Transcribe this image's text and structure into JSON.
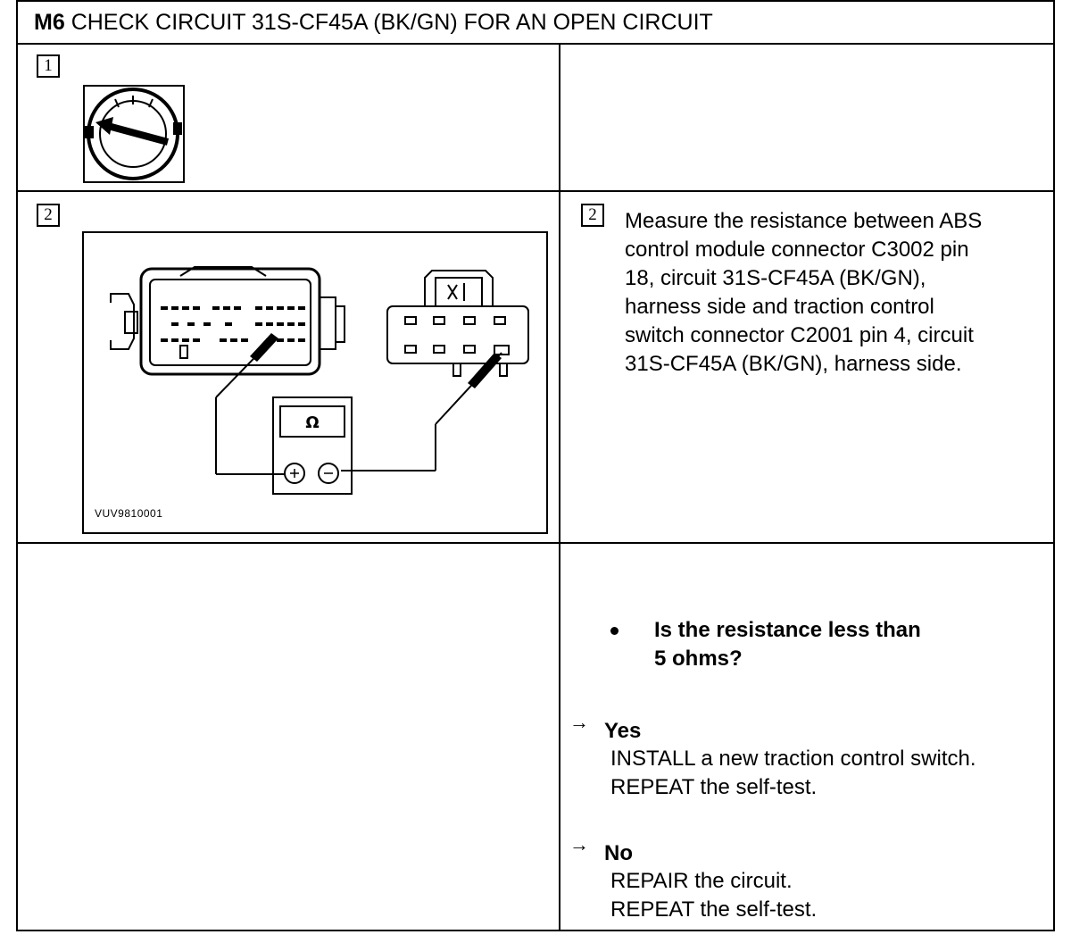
{
  "header": {
    "step_id": "M6",
    "title": "CHECK CIRCUIT 31S-CF45A (BK/GN) FOR AN OPEN CIRCUIT"
  },
  "steps": [
    {
      "number": "1"
    },
    {
      "number": "2",
      "figure_code": "VUV9810001",
      "instruction_line1": "Measure the resistance between ABS",
      "instruction_line2": "control module connector C3002 pin",
      "instruction_line3": "18, circuit 31S-CF45A (BK/GN),",
      "instruction_line4": "harness side and traction control",
      "instruction_line5": "switch connector C2001 pin 4, circuit",
      "instruction_line6": "31S-CF45A (BK/GN), harness side.",
      "meter_symbol": "Ω"
    }
  ],
  "question": {
    "line1": "Is the resistance less than",
    "line2": "5 ohms?"
  },
  "answers": {
    "arrow": "→",
    "yes_label": "Yes",
    "yes_line1": "INSTALL a new traction control switch.",
    "yes_line2": "REPEAT the self-test.",
    "no_label": "No",
    "no_line1": "REPAIR the circuit.",
    "no_line2": "REPEAT the self-test."
  }
}
